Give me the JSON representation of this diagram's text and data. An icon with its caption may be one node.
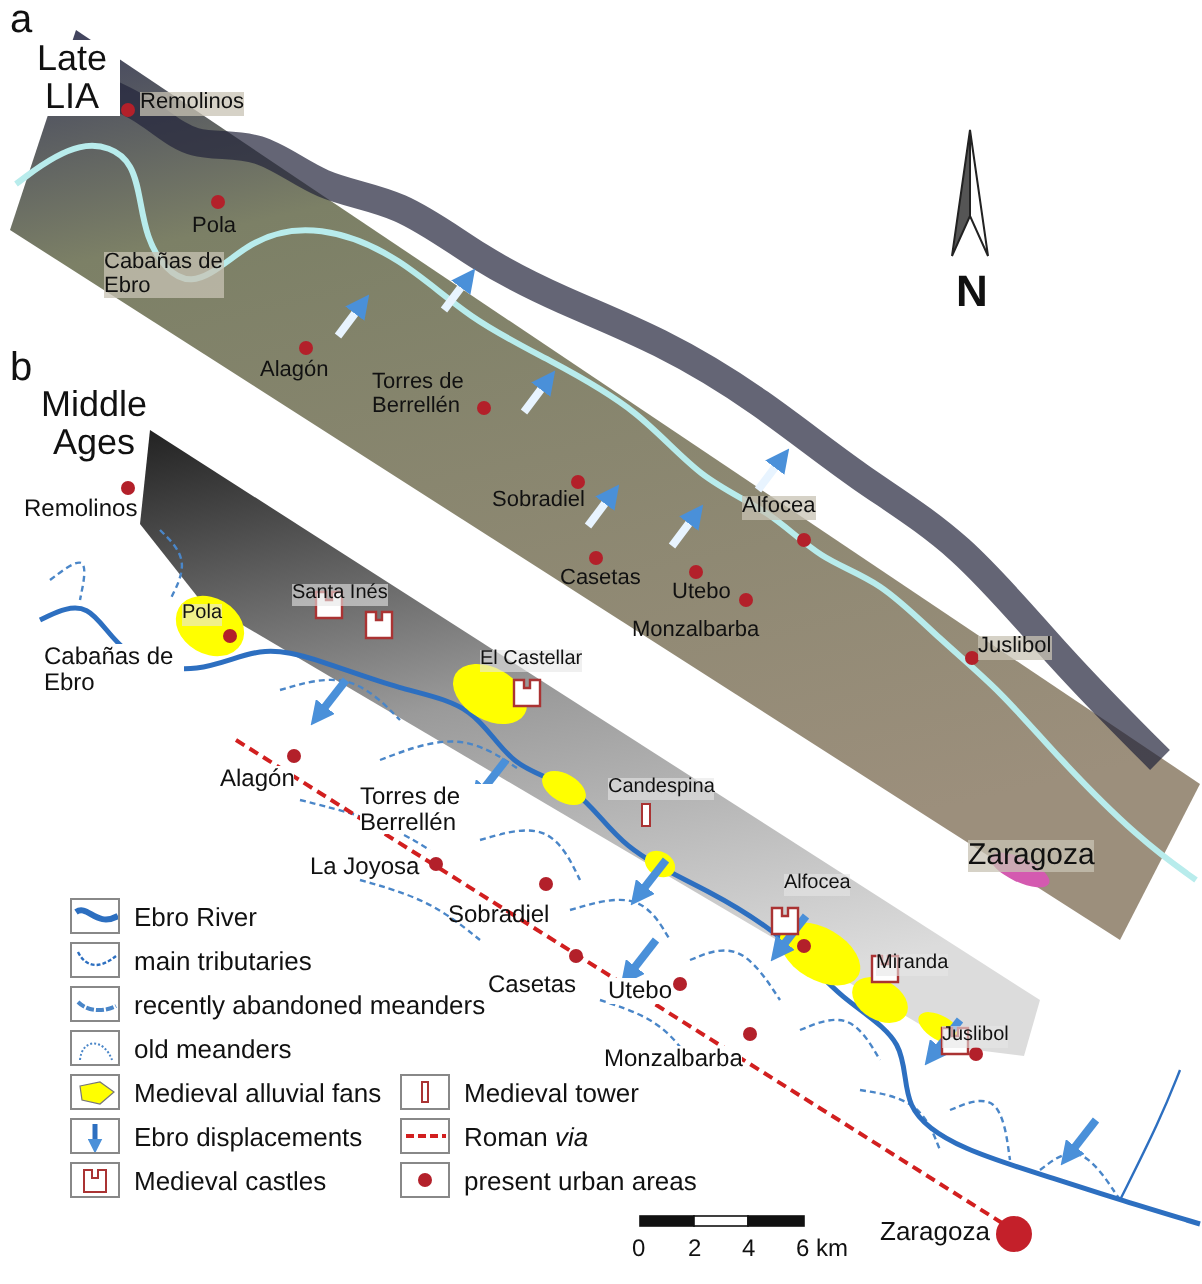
{
  "diagram": {
    "labels": [
      "a",
      "Late LIA",
      "Remolinos",
      "Pola",
      "Cabañas de Ebro",
      "Alagón",
      "Torres de Berrellén",
      "Sobradiel",
      "Casetas",
      "Utebo",
      "Alfocea",
      "Monzalbarba",
      "Juslibol",
      "Zaragoza",
      "N",
      "b",
      "Middle Ages",
      "Remolinos",
      "Pola",
      "Santa Inés",
      "Cabañas de Ebro",
      "El Castellar",
      "Alagón",
      "Torres de Berrellén",
      "La Joyosa",
      "Candespina",
      "Sobradiel",
      "Alfocea",
      "Casetas",
      "Utebo",
      "Miranda",
      "Monzalbarba",
      "Juslibol",
      "Zaragoza",
      "0",
      "2",
      "4",
      "6 km"
    ],
    "legend": [
      {
        "text": "Ebro River"
      },
      {
        "text": "main tributaries"
      },
      {
        "text": "recently abandoned meanders"
      },
      {
        "text": "old meanders"
      },
      {
        "text": "Medieval alluvial fans",
        "color": "#ffff00"
      },
      {
        "text": "Ebro displacements"
      },
      {
        "text": "Medieval castles"
      },
      {
        "text": "Medieval tower"
      },
      {
        "text": "Roman *via*"
      },
      {
        "text": "present urban areas"
      }
    ]
  }
}
